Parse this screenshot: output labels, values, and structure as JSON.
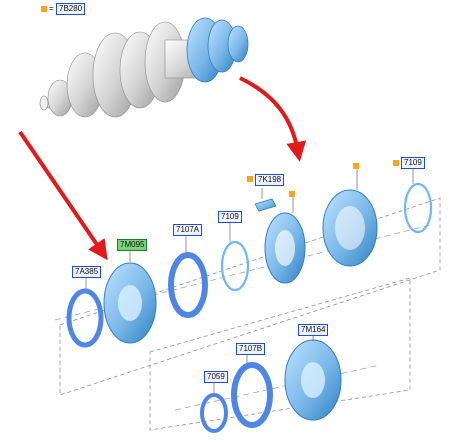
{
  "colors": {
    "part_blue": "#79b7e8",
    "part_blue_dark": "#2f7fc4",
    "ring_blue": "#4f86e6",
    "shaft_gray": "#cfcfcf",
    "arrow_red": "#e11b1b",
    "label_border": "#1f4fd8",
    "label_fill_green": "#7fd07a",
    "marker_orange": "#f5a623"
  },
  "legend": {
    "equals": "=",
    "part": "7B280"
  },
  "labels": {
    "l_7k198": "7K198",
    "l_7109_top": "7109",
    "l_7109_mid": "7109",
    "l_7107a": "7107A",
    "l_7m095": "7M095",
    "l_7a385": "7A385",
    "l_7m164": "7M164",
    "l_7107b": "7107B",
    "l_7059": "7059"
  }
}
